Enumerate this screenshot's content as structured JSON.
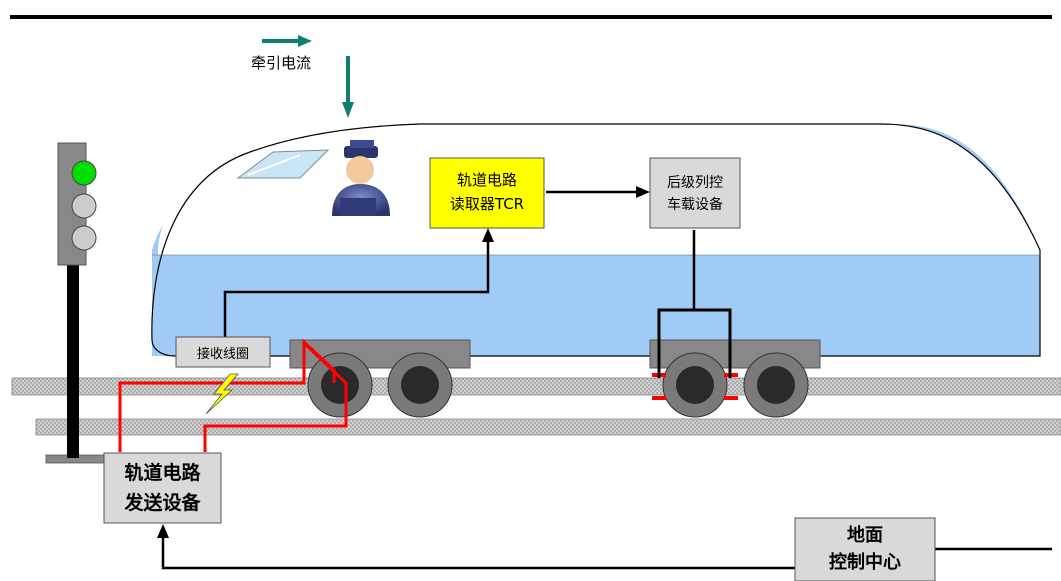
{
  "labels": {
    "traction_current": "牵引电流",
    "tcr_line1": "轨道电路",
    "tcr_line2": "读取器TCR",
    "onboard_line1": "后级列控",
    "onboard_line2": "车载设备",
    "receiver_coil": "接收线圈",
    "transmitter_line1": "轨道电路",
    "transmitter_line2": "发送设备",
    "ground_line1": "地面",
    "ground_line2": "控制中心"
  },
  "colors": {
    "arrow_teal": "#0f7d72",
    "train_blue": "#9fcbf6",
    "tcr_yellow": "#ffff00",
    "box_gray": "#d9d9d9",
    "signal_green": "#00dd00",
    "circuit_red": "#ff0000"
  },
  "icons": {
    "driver": "driver-figure",
    "spark": "lightning-icon",
    "signal": "traffic-signal"
  }
}
